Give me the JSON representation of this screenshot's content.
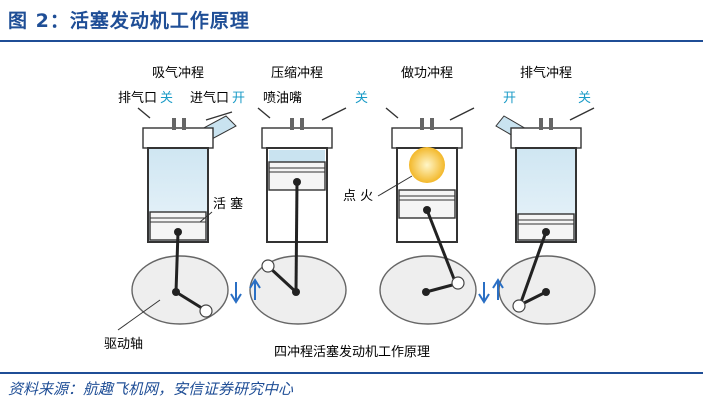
{
  "figure": {
    "title": "图 2：活塞发动机工作原理",
    "source": "资料来源：航趣飞机网，安信证券研究中心"
  },
  "diagram": {
    "strokes": [
      {
        "label": "吸气冲程"
      },
      {
        "label": "压缩冲程"
      },
      {
        "label": "做功冲程"
      },
      {
        "label": "排气冲程"
      }
    ],
    "labels": {
      "exhaust_port": "排气口",
      "closed_1": "关",
      "intake_port": "进气口",
      "open_1": "开",
      "injector": "喷油嘴",
      "closed_2": "关",
      "open_4": "开",
      "closed_4": "关",
      "piston": "活 塞",
      "ignition": "点 火",
      "crankshaft": "驱动轴",
      "caption": "四冲程活塞发动机工作原理"
    },
    "colors": {
      "frame": "#1f4e96",
      "open_label": "#1a9bc7",
      "arrow": "#2a6fc4",
      "gas": "#c9e3f0",
      "flame": "#f5c73c"
    }
  }
}
